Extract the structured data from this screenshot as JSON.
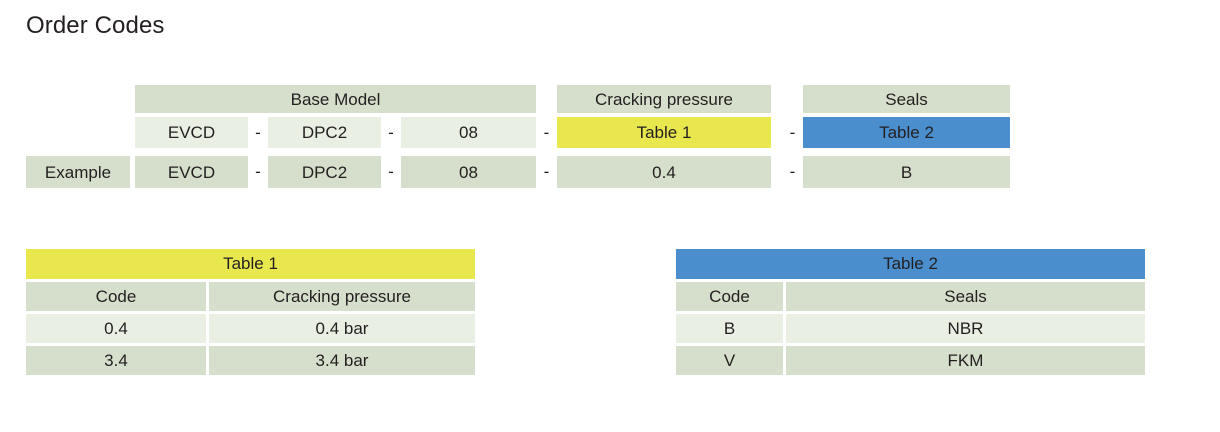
{
  "page": {
    "title": "Order Codes"
  },
  "order_code": {
    "group_headers": [
      {
        "label": "Base Model"
      },
      {
        "label": "Cracking pressure"
      },
      {
        "label": "Seals"
      }
    ],
    "row_label_example": "Example",
    "separator": "-",
    "code_row": {
      "base_model_1": "EVCD",
      "base_model_2": "DPC2",
      "base_model_3": "08",
      "cracking_pressure": "Table 1",
      "seals": "Table 2"
    },
    "example_row": {
      "base_model_1": "EVCD",
      "base_model_2": "DPC2",
      "base_model_3": "08",
      "cracking_pressure": "0.4",
      "seals": "B"
    }
  },
  "table1": {
    "title": "Table 1",
    "columns": [
      "Code",
      "Cracking pressure"
    ],
    "rows": [
      {
        "code": "0.4",
        "value": "0.4 bar"
      },
      {
        "code": "3.4",
        "value": "3.4 bar"
      }
    ]
  },
  "table2": {
    "title": "Table 2",
    "columns": [
      "Code",
      "Seals"
    ],
    "rows": [
      {
        "code": "B",
        "value": "NBR"
      },
      {
        "code": "V",
        "value": "FKM"
      }
    ]
  },
  "colors": {
    "header_green": "#d6dfcb",
    "row_green": "#e9efe3",
    "table1_accent": "#e8e84e",
    "table2_accent": "#4a8ecd",
    "text": "#231f20",
    "background": "#ffffff"
  }
}
